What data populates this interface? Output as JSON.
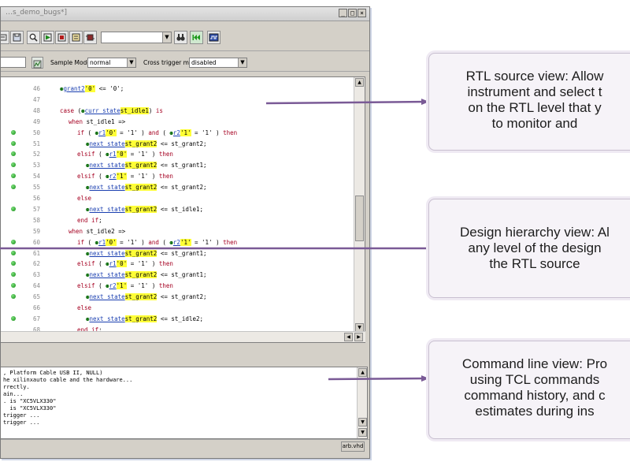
{
  "window": {
    "title": "…s_demo_bugs*]",
    "controls": {
      "minimize": "_",
      "maximize": "□",
      "close": "×"
    }
  },
  "toolbar": {
    "combo_value": "",
    "icons": [
      "open-icon",
      "save-icon",
      "find-icon",
      "run-icon",
      "stop-icon",
      "config-icon",
      "binoculars-icon",
      "step-back-icon",
      "chip-icon"
    ]
  },
  "toolbar2": {
    "sample_mode_label": "Sample Mode:",
    "sample_mode_value": "normal",
    "cross_trigger_label": "Cross trigger mode:",
    "cross_trigger_value": "disabled"
  },
  "code": {
    "lines": [
      {
        "n": "46",
        "dot": false,
        "indent": 0,
        "tokens": [
          [
            "g",
            " "
          ],
          [
            "s",
            "grant2"
          ],
          [
            "h",
            "'0'"
          ],
          [
            "t",
            " <= '0';"
          ]
        ]
      },
      {
        "n": "47",
        "dot": false,
        "indent": 0,
        "tokens": []
      },
      {
        "n": "48",
        "dot": false,
        "indent": 0,
        "tokens": [
          [
            "k",
            "case"
          ],
          [
            "t",
            " ("
          ],
          [
            "g",
            " "
          ],
          [
            "s",
            "curr state"
          ],
          [
            "h",
            "st_idle1"
          ],
          [
            "t",
            ") "
          ],
          [
            "k",
            "is"
          ]
        ]
      },
      {
        "n": "49",
        "dot": false,
        "indent": 1,
        "tokens": [
          [
            "k",
            "when"
          ],
          [
            "t",
            " st_idle1 =>"
          ]
        ]
      },
      {
        "n": "50",
        "dot": true,
        "indent": 2,
        "tokens": [
          [
            "k",
            "if"
          ],
          [
            "t",
            " ( "
          ],
          [
            "g",
            " "
          ],
          [
            "s",
            "r1"
          ],
          [
            "h",
            "'0'"
          ],
          [
            "t",
            " = '1' ) "
          ],
          [
            "k",
            "and"
          ],
          [
            "t",
            " ( "
          ],
          [
            "g",
            " "
          ],
          [
            "s",
            "r2"
          ],
          [
            "h",
            "'1'"
          ],
          [
            "t",
            " = '1' ) "
          ],
          [
            "k",
            "then"
          ]
        ]
      },
      {
        "n": "51",
        "dot": true,
        "indent": 3,
        "tokens": [
          [
            "g",
            " "
          ],
          [
            "s",
            "next state"
          ],
          [
            "h",
            "st_grant2"
          ],
          [
            "t",
            " <= st_grant2;"
          ]
        ]
      },
      {
        "n": "52",
        "dot": true,
        "indent": 2,
        "tokens": [
          [
            "k",
            "elsif"
          ],
          [
            "t",
            " ( "
          ],
          [
            "g",
            " "
          ],
          [
            "s",
            "r1"
          ],
          [
            "h",
            "'0'"
          ],
          [
            "t",
            " = '1' ) "
          ],
          [
            "k",
            "then"
          ]
        ]
      },
      {
        "n": "53",
        "dot": true,
        "indent": 3,
        "tokens": [
          [
            "g",
            " "
          ],
          [
            "s",
            "next state"
          ],
          [
            "h",
            "st_grant2"
          ],
          [
            "t",
            " <= st_grant1;"
          ]
        ]
      },
      {
        "n": "54",
        "dot": true,
        "indent": 2,
        "tokens": [
          [
            "k",
            "elsif"
          ],
          [
            "t",
            " ( "
          ],
          [
            "g",
            " "
          ],
          [
            "s",
            "r2"
          ],
          [
            "h",
            "'1'"
          ],
          [
            "t",
            " = '1' ) "
          ],
          [
            "k",
            "then"
          ]
        ]
      },
      {
        "n": "55",
        "dot": true,
        "indent": 3,
        "tokens": [
          [
            "g",
            " "
          ],
          [
            "s",
            "next state"
          ],
          [
            "h",
            "st_grant2"
          ],
          [
            "t",
            " <= st_grant2;"
          ]
        ]
      },
      {
        "n": "56",
        "dot": false,
        "indent": 2,
        "tokens": [
          [
            "k",
            "else"
          ]
        ]
      },
      {
        "n": "57",
        "dot": true,
        "indent": 3,
        "tokens": [
          [
            "g",
            " "
          ],
          [
            "s",
            "next state"
          ],
          [
            "h",
            "st_grant2"
          ],
          [
            "t",
            " <= st_idle1;"
          ]
        ]
      },
      {
        "n": "58",
        "dot": false,
        "indent": 2,
        "tokens": [
          [
            "k",
            "end if"
          ],
          [
            "t",
            ";"
          ]
        ]
      },
      {
        "n": "59",
        "dot": false,
        "indent": 1,
        "tokens": [
          [
            "k",
            "when"
          ],
          [
            "t",
            " st_idle2 =>"
          ]
        ]
      },
      {
        "n": "60",
        "dot": true,
        "indent": 2,
        "tokens": [
          [
            "k",
            "if"
          ],
          [
            "t",
            " ( "
          ],
          [
            "g",
            " "
          ],
          [
            "s",
            "r1"
          ],
          [
            "h",
            "'0'"
          ],
          [
            "t",
            " = '1' ) "
          ],
          [
            "k",
            "and"
          ],
          [
            "t",
            " ( "
          ],
          [
            "g",
            " "
          ],
          [
            "s",
            "r2"
          ],
          [
            "h",
            "'1'"
          ],
          [
            "t",
            " = '1' ) "
          ],
          [
            "k",
            "then"
          ]
        ]
      },
      {
        "n": "61",
        "dot": true,
        "indent": 3,
        "tokens": [
          [
            "g",
            " "
          ],
          [
            "s",
            "next state"
          ],
          [
            "h",
            "st_grant2"
          ],
          [
            "t",
            " <= st_grant1;"
          ]
        ]
      },
      {
        "n": "62",
        "dot": true,
        "indent": 2,
        "tokens": [
          [
            "k",
            "elsif"
          ],
          [
            "t",
            " ( "
          ],
          [
            "g",
            " "
          ],
          [
            "s",
            "r1"
          ],
          [
            "h",
            "'0'"
          ],
          [
            "t",
            " = '1' ) "
          ],
          [
            "k",
            "then"
          ]
        ]
      },
      {
        "n": "63",
        "dot": true,
        "indent": 3,
        "tokens": [
          [
            "g",
            " "
          ],
          [
            "s",
            "next state"
          ],
          [
            "h",
            "st_grant2"
          ],
          [
            "t",
            " <= st_grant1;"
          ]
        ]
      },
      {
        "n": "64",
        "dot": true,
        "indent": 2,
        "tokens": [
          [
            "k",
            "elsif"
          ],
          [
            "t",
            " ( "
          ],
          [
            "g",
            " "
          ],
          [
            "s",
            "r2"
          ],
          [
            "h",
            "'1'"
          ],
          [
            "t",
            " = '1' ) "
          ],
          [
            "k",
            "then"
          ]
        ]
      },
      {
        "n": "65",
        "dot": true,
        "indent": 3,
        "tokens": [
          [
            "g",
            " "
          ],
          [
            "s",
            "next state"
          ],
          [
            "h",
            "st_grant2"
          ],
          [
            "t",
            " <= st_grant2;"
          ]
        ]
      },
      {
        "n": "66",
        "dot": false,
        "indent": 2,
        "tokens": [
          [
            "k",
            "else"
          ]
        ]
      },
      {
        "n": "67",
        "dot": true,
        "indent": 3,
        "tokens": [
          [
            "g",
            " "
          ],
          [
            "s",
            "next state"
          ],
          [
            "h",
            "st_grant2"
          ],
          [
            "t",
            " <= st_idle2;"
          ]
        ]
      },
      {
        "n": "68",
        "dot": false,
        "indent": 2,
        "tokens": [
          [
            "k",
            "end if"
          ],
          [
            "t",
            ";"
          ]
        ]
      }
    ]
  },
  "console": {
    "lines": [
      ", Platform Cable USB II, NULL)",
      "he xilinxauto cable and the hardware...",
      "rrectly.",
      "ain...",
      ". is \"XC5VLX330\"",
      "  is \"XC5VLX330\"",
      "trigger ...",
      "trigger ..."
    ]
  },
  "status": {
    "file": "arb.vhd"
  },
  "callouts": [
    {
      "name": "rtl-source-callout",
      "lines": [
        "RTL source view: Allow",
        "instrument and select t",
        "on the RTL level that y",
        "to monitor and"
      ]
    },
    {
      "name": "design-hierarchy-callout",
      "lines": [
        "Design hierarchy view: Al",
        "any level of the design",
        "the RTL source"
      ]
    },
    {
      "name": "command-line-callout",
      "lines": [
        "Command line view: Pro",
        "using TCL commands",
        "command history, and c",
        "estimates during ins"
      ]
    }
  ],
  "colors": {
    "arrow": "#7a5a96",
    "highlight": "#ffff37",
    "keyword": "#a50021",
    "signal": "#1a3fb0",
    "dot": "#0e8a0e"
  }
}
